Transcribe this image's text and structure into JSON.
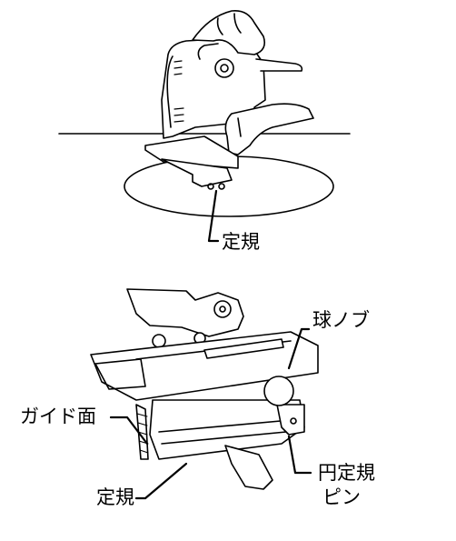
{
  "top_figure": {
    "callout_label": "定規"
  },
  "bottom_figure": {
    "callouts": {
      "ball_knob": "球ノブ",
      "guide_face": "ガイド面",
      "ruler": "定規",
      "circle_ruler_pin_line1": "円定規",
      "circle_ruler_pin_line2": "ピン"
    }
  }
}
